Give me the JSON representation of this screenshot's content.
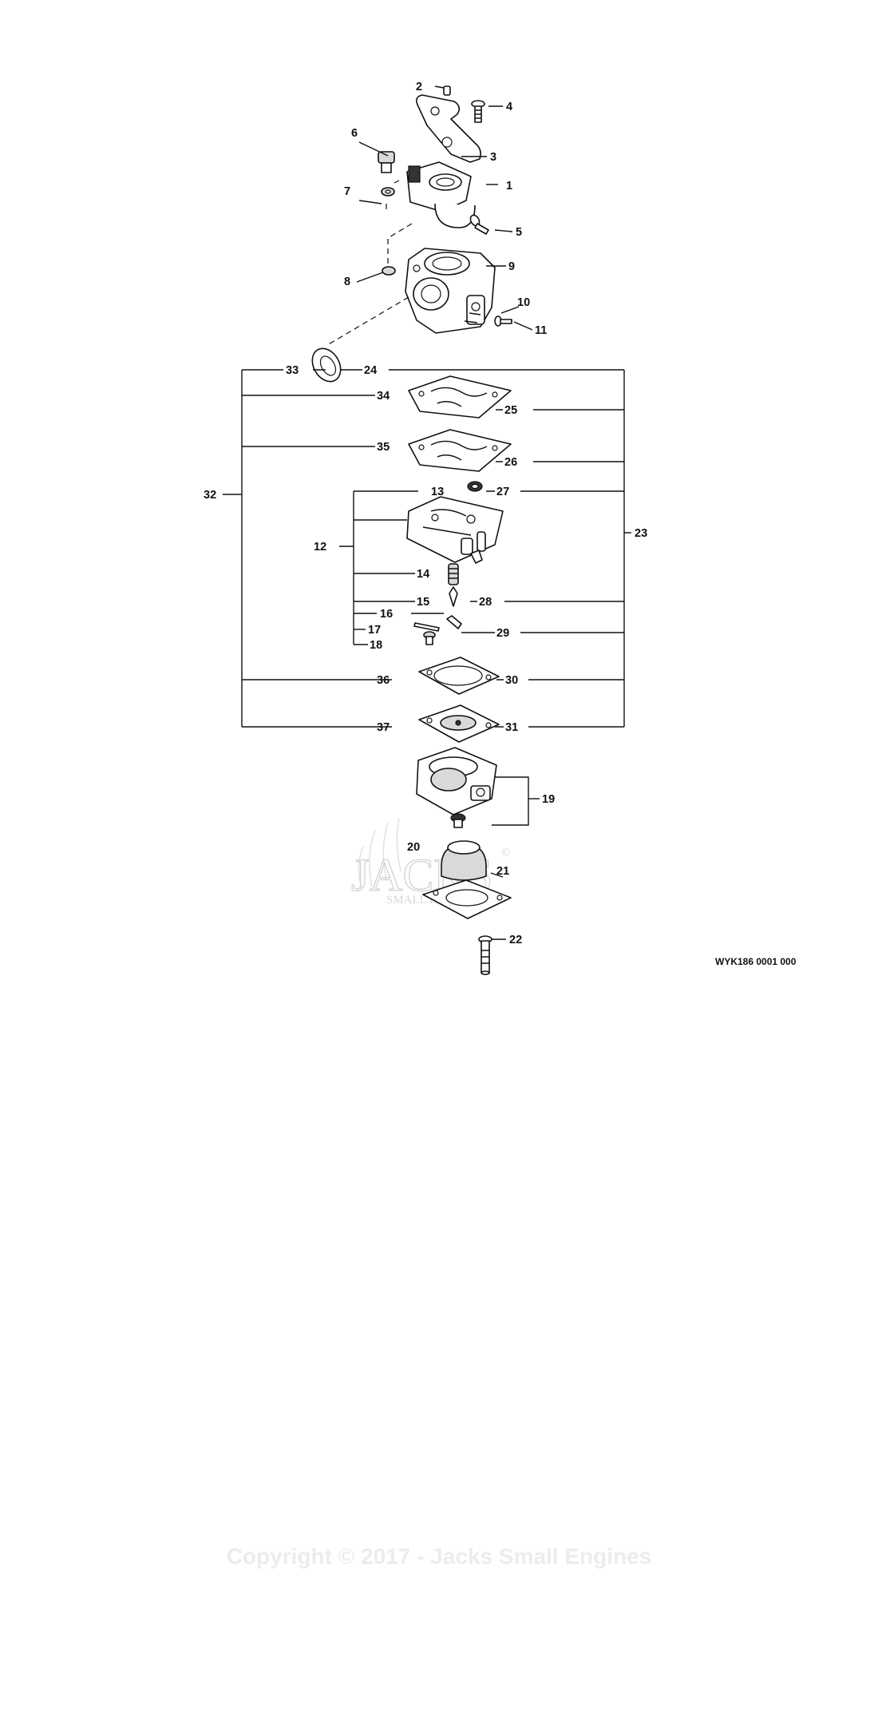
{
  "diagram": {
    "drawing_code": "WYK186 0001 000",
    "callouts": [
      "1",
      "2",
      "3",
      "4",
      "5",
      "6",
      "7",
      "8",
      "9",
      "10",
      "11",
      "12",
      "13",
      "14",
      "15",
      "16",
      "17",
      "18",
      "19",
      "20",
      "21",
      "22",
      "23",
      "24",
      "25",
      "26",
      "27",
      "28",
      "29",
      "30",
      "31",
      "32",
      "33",
      "34",
      "35",
      "36",
      "37"
    ]
  },
  "watermark": {
    "logo_text": "JACKS",
    "logo_mark": "©",
    "logo_sub": "SMALL ENGINES",
    "copyright": "Copyright © 2017 - Jacks Small Engines"
  },
  "colors": {
    "line": "#111111",
    "part_fill": "#ffffff",
    "shading": "#d9d9d9",
    "watermark": "#d2d2d2"
  },
  "icons": [
    "carburetor-body-icon",
    "gasket-icon",
    "diaphragm-icon",
    "screw-icon",
    "spring-icon",
    "needle-valve-icon",
    "pump-cover-icon",
    "primer-bulb-icon"
  ]
}
